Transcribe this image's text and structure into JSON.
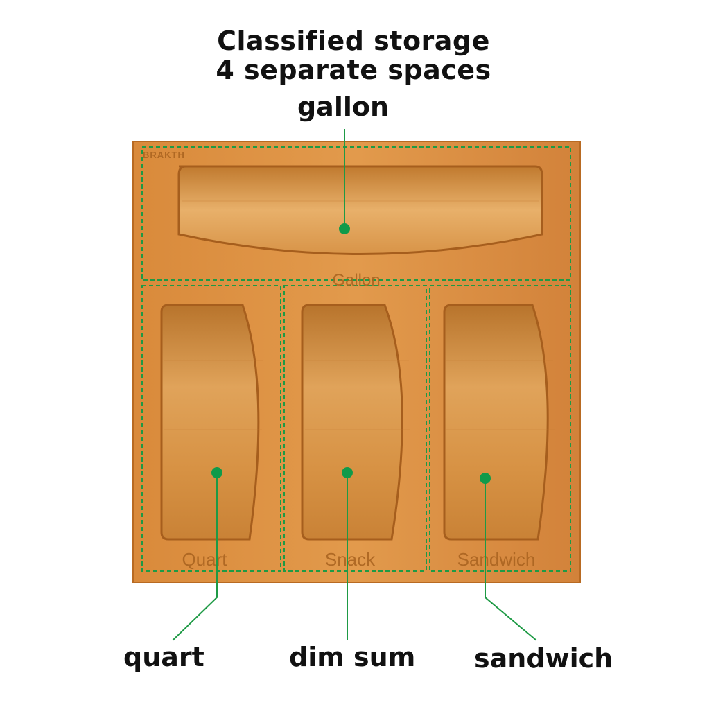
{
  "headline": {
    "line1": "Classified storage",
    "line2": "4 separate spaces"
  },
  "callouts": {
    "gallon": "gallon",
    "quart": "quart",
    "dim_sum": "dim sum",
    "sandwich": "sandwich"
  },
  "engravings": {
    "brand": "BRAKTH",
    "gallon": "Gallon",
    "quart": "Quart",
    "snack": "Snack",
    "sandwich": "Sandwich"
  },
  "colors": {
    "wood": "#d88a3c",
    "wood_dark": "#b86a22",
    "guide_green": "#1e9a45",
    "marker_green": "#0f9a4a"
  }
}
